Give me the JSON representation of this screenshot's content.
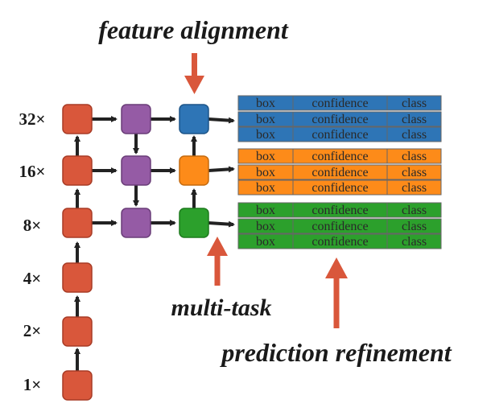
{
  "captions": {
    "feature_alignment": "feature alignment",
    "multi_task": "multi-task",
    "prediction_refinement": "prediction refinement"
  },
  "scales": [
    "32×",
    "16×",
    "8×",
    "4×",
    "2×",
    "1×"
  ],
  "row_cells": [
    "box",
    "confidence",
    "class"
  ],
  "groups": [
    {
      "name": "32x",
      "color": "#2e75b6"
    },
    {
      "name": "16x",
      "color": "#fd8b19"
    },
    {
      "name": "8x",
      "color": "#2ca02c"
    }
  ],
  "colors": {
    "backbone": "#d9573b",
    "fusion": "#955ba5",
    "head_32": "#2e75b6",
    "head_16": "#fd8b19",
    "head_8": "#2ca02c",
    "arrow_black": "#222222",
    "arrow_red": "#d9573b"
  }
}
